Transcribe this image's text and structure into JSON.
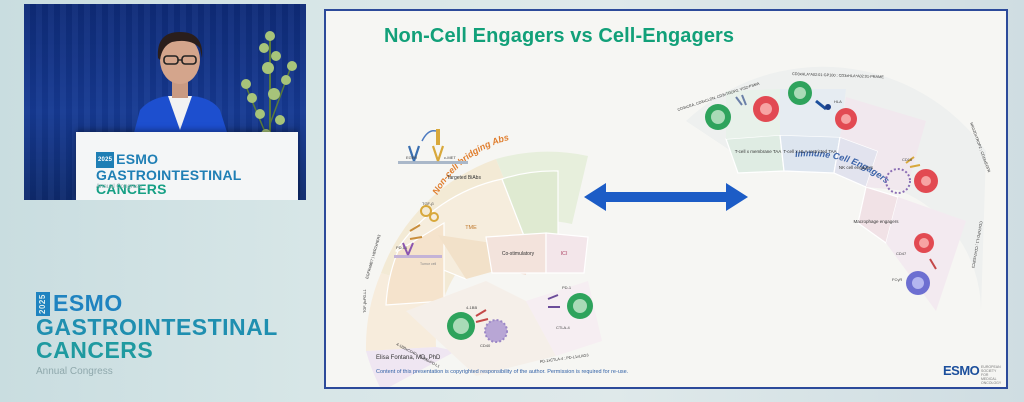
{
  "podium_logo": {
    "badge": "2025",
    "line1": "ESMO GASTROINTESTINAL",
    "line2": "CANCERS",
    "sub": "Annual Congress"
  },
  "event_logo": {
    "year": "2025",
    "line1": "ESMO",
    "line2": "GASTROINTESTINAL",
    "line3": "CANCERS",
    "sub": "Annual Congress"
  },
  "slide": {
    "title": "Non-Cell Engagers vs Cell-Engagers",
    "author": "Elisa Fontana, MD, PhD",
    "copyright": "Content of this presentation is copyrighted responsibility of the author. Permission is required for re-use.",
    "brand": "ESMO",
    "brand_tagline": "EUROPEAN SOCIETY FOR MEDICAL ONCOLOGY"
  },
  "left_wheel": {
    "arc_label": "Non-cell bridging Abs",
    "segments": {
      "targeted": "Targeted BiAbs",
      "tme": "TME",
      "costim": "Co-stimulatory",
      "ici": "ICI"
    },
    "targets": {
      "egfr": "EGFR",
      "cmet": "c-MET",
      "tgfb": "TGF-β",
      "pdl1": "PD-L1",
      "tumor": "Tumor cell",
      "b41bb": "4-1BB",
      "cd40": "CD40",
      "pd1": "PD-1",
      "ctla4": "CTLA-4"
    },
    "outer_text": {
      "top": "EGFRxMET | HER2xHER3",
      "left": "TGF-βxPD-L1",
      "bottom_left": "4-1BBxCD40 ; 4-1BBxPD-L1",
      "bottom": "PD-1xCTLA-4 ; PD-L1xLAG3"
    }
  },
  "right_wheel": {
    "arc_label": "Immune Cell Engagers",
    "segments": {
      "tcell_membrane": "T-cell x membrane TAA",
      "tcell_hla": "T-cell x HLA restricted TAA",
      "nk": "NK cell engagers",
      "macrophage": "Macrophage engagers"
    },
    "targets": {
      "hla": "HLA",
      "cd16": "CD16",
      "cd47": "CD47",
      "fcyr": "FCγR"
    },
    "outer_text": {
      "top_left": "CD3xCEA, CD3xCLDN, CD3xTROP2, VIS2-PSMA",
      "top": "CD3xHLA*A02:01-GP100 ; CD3xHLA*A02:01-PRAME",
      "right": "NKG2DxTROP2 ; CD16xEGFR",
      "bottom_right": "CD47xPD-L1 ; CD47xGPC3"
    }
  },
  "colors": {
    "title_green": "#12a079",
    "arrow_blue": "#1c5cc6",
    "brand_blue": "#1f83c0",
    "screen_border": "#2c4a9a"
  }
}
